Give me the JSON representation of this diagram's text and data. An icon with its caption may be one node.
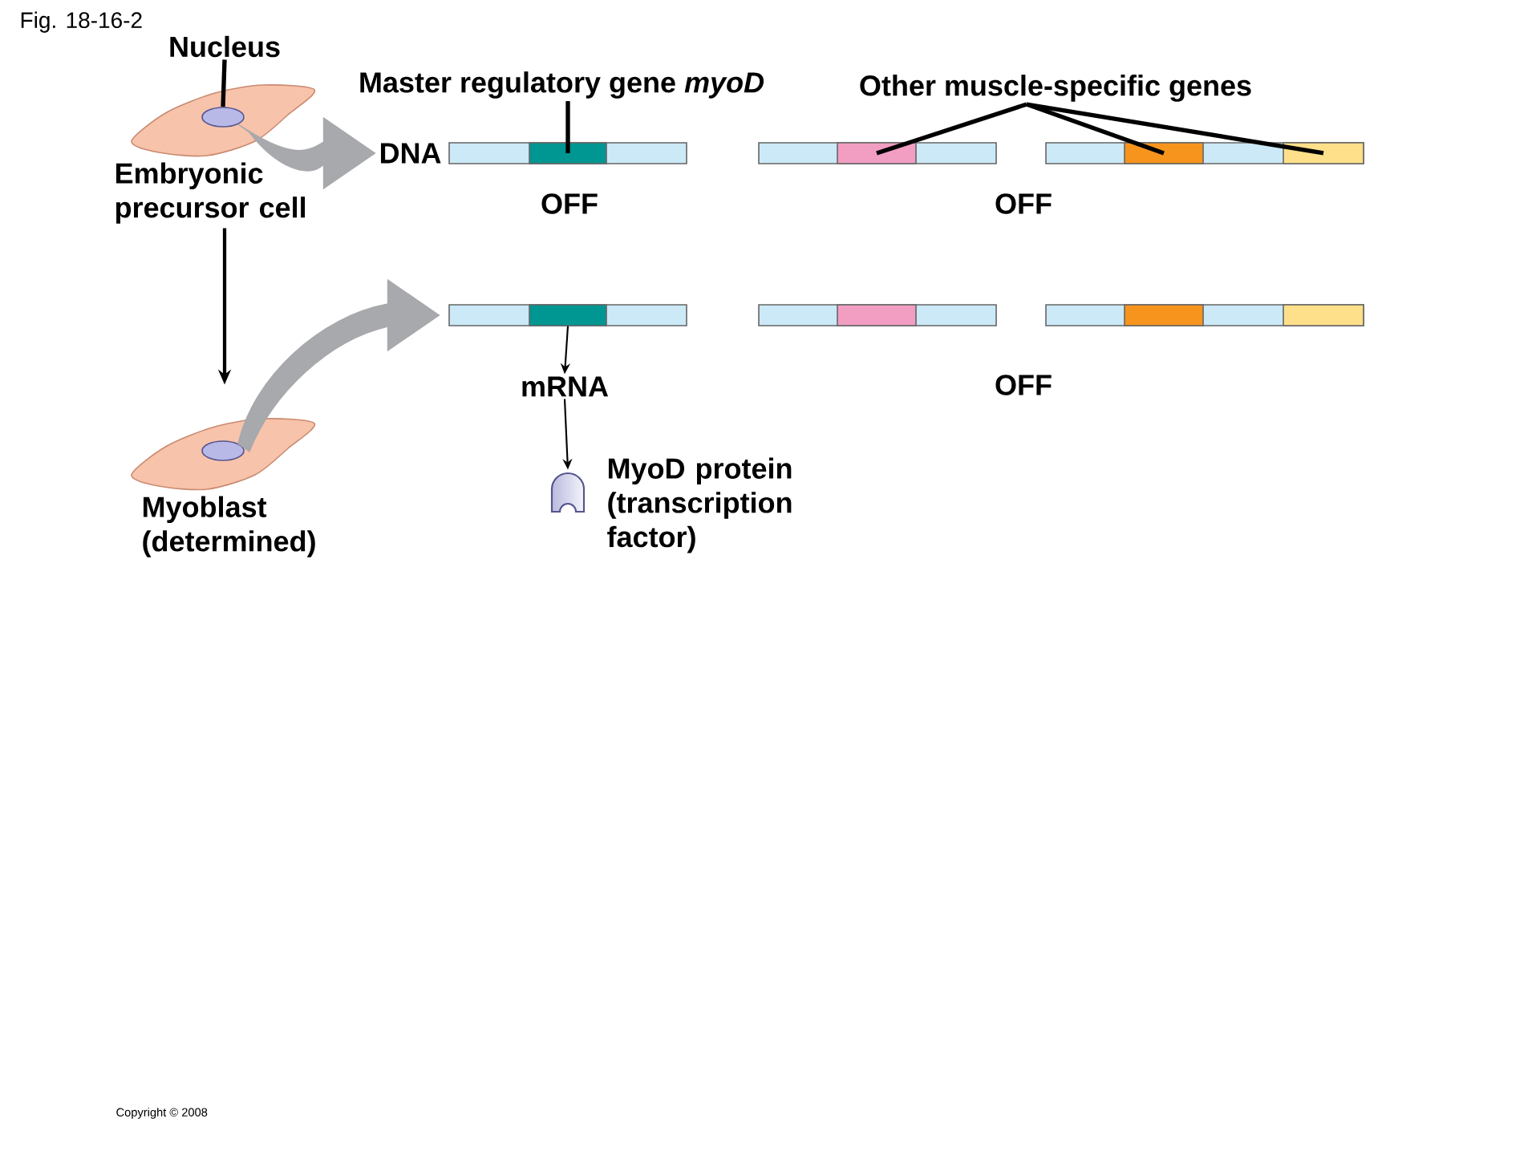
{
  "diagram": {
    "title": "Fig. 18-16-2",
    "nodes": [
      {
        "text": [
          "Nucleus"
        ]
      },
      {
        "text": [
          "Embryonic precursor cell"
        ]
      },
      {
        "text": [],
        "shape": "circle",
        "in": 1
      },
      {
        "text": [
          "Master regulatory gene *myoD*"
        ]
      },
      {
        "text": [
          "DNA"
        ]
      },
      {
        "text": [],
        "shape": "box",
        "in": 4
      },
      {
        "text": [
          "Other muscle-specific genes"
        ]
      },
      {
        "text": [],
        "shape": "bar"
      },
      {
        "text": [],
        "shape": "box",
        "in": 7
      },
      {
        "text": [],
        "shape": "bar"
      },
      {
        "text": [],
        "shape": "box",
        "in": 9
      },
      {
        "text": [],
        "shape": "box",
        "in": 9
      },
      {
        "text": [
          "Myoblast (determined)"
        ]
      },
      {
        "text": [],
        "shape": "circle",
        "in": 12
      },
      {
        "text": [],
        "shape": "bar"
      },
      {
        "text": [],
        "shape": "box",
        "in": 14
      },
      {
        "text": [],
        "shape": "bar"
      },
      {
        "text": [],
        "shape": "box",
        "in": 16
      },
      {
        "text": [],
        "shape": "bar"
      },
      {
        "text": [],
        "shape": "box",
        "in": 18
      },
      {
        "text": [],
        "shape": "box",
        "in": 18
      },
      {
        "text": [
          "mRNA"
        ]
      },
      {
        "text": [],
        "shape": "box",
        "beside": [
          "MyoD protein (transcription factor)"
        ]
      }
    ],
    "edges": [
      {
        "from": 0,
        "to": 2,
        "arrow": "none"
      },
      {
        "from": 3,
        "to": 5,
        "arrow": "none"
      },
      {
        "from": 6,
        "to": 8,
        "arrow": "none"
      },
      {
        "from": 6,
        "to": 10,
        "arrow": "none"
      },
      {
        "from": 6,
        "to": 11,
        "arrow": "none"
      },
      {
        "from": 2,
        "to": 4,
        "arrow": "to",
        "style": "thick",
        "color": "#a7a9ac"
      },
      {
        "from": 1,
        "to": 12,
        "arrow": "to"
      },
      {
        "from": 13,
        "to": 14,
        "arrow": "to",
        "style": "thick",
        "color": "#a7a9ac"
      },
      {
        "from": 15,
        "to": 21,
        "arrow": "to"
      },
      {
        "from": 21,
        "to": 22,
        "arrow": "to"
      }
    ],
    "labels": [
      "OFF",
      "OFF",
      "OFF",
      "Copyright © 2008"
    ]
  }
}
